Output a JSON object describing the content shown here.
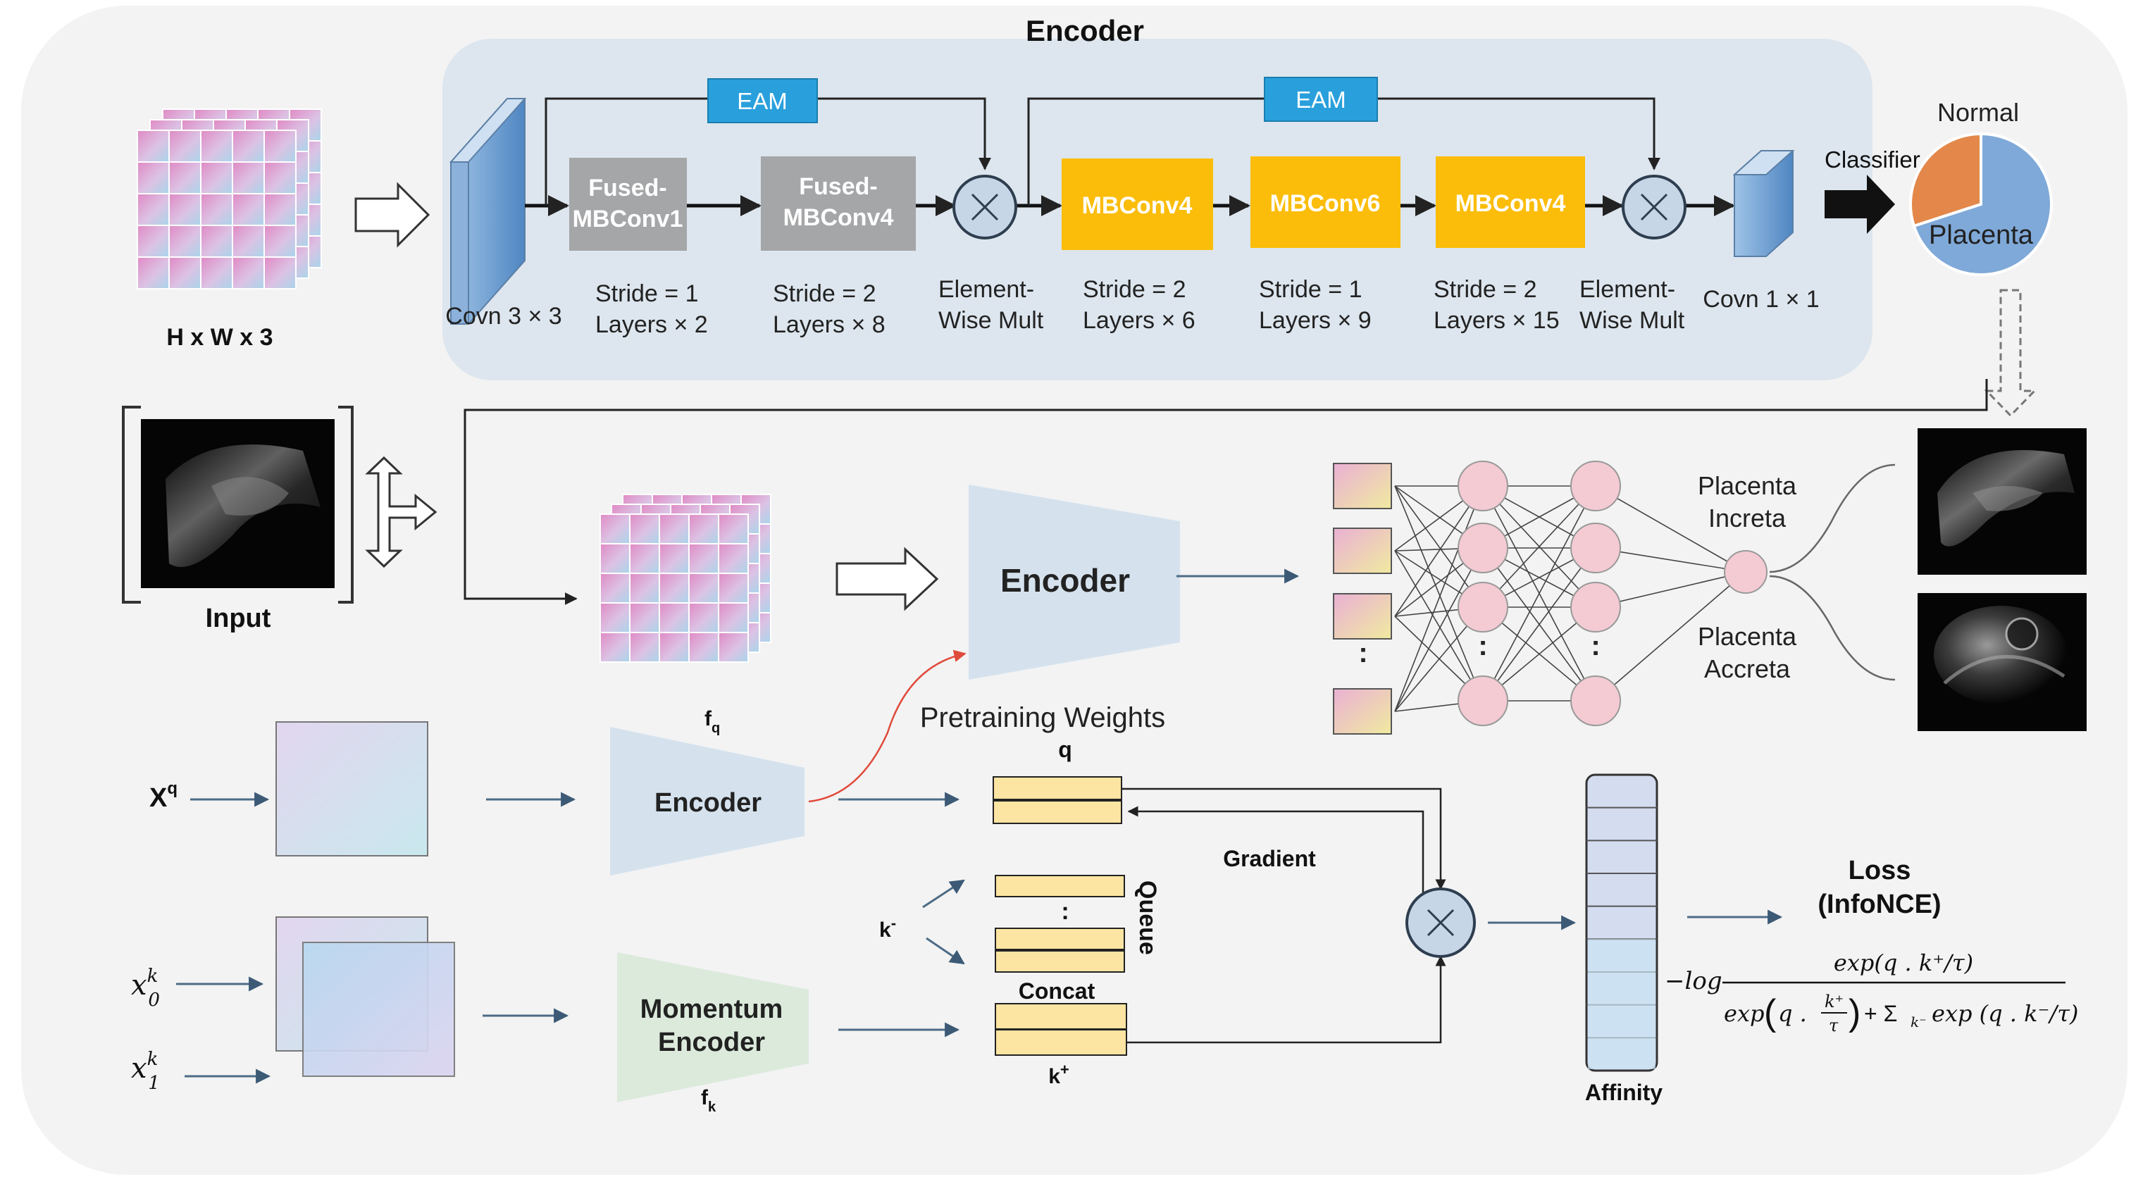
{
  "encoder_panel": {
    "title": "Encoder",
    "eam_labels": [
      "EAM",
      "EAM"
    ],
    "blocks": [
      {
        "line1": "Fused-",
        "line2": "MBConv1",
        "kind": "gray"
      },
      {
        "line1": "Fused-",
        "line2": "MBConv4",
        "kind": "gray"
      },
      {
        "line1": "MBConv4",
        "line2": "",
        "kind": "yellow"
      },
      {
        "line1": "MBConv6",
        "line2": "",
        "kind": "yellow"
      },
      {
        "line1": "MBConv4",
        "line2": "",
        "kind": "yellow"
      }
    ],
    "captions": {
      "conv3": "Covn 3 × 3",
      "s1a": "Stride = 1",
      "s1b": "Layers × 2",
      "s2a": "Stride = 2",
      "s2b": "Layers × 8",
      "em1a": "Element-",
      "em1b": "Wise Mult",
      "s3a": "Stride = 2",
      "s3b": "Layers × 6",
      "s4a": "Stride = 1",
      "s4b": "Layers × 9",
      "s5a": "Stride = 2",
      "s5b": "Layers × 15",
      "em2a": "Element-",
      "em2b": "Wise Mult",
      "conv1": "Covn 1 × 1"
    }
  },
  "input_grid_label": "H x W x 3",
  "classifier": {
    "label": "Classifier",
    "pie": [
      {
        "label": "Normal",
        "fraction": 0.3,
        "color": "#e3884a"
      },
      {
        "label": "Placenta",
        "fraction": 0.7,
        "color": "#7fa9d8"
      }
    ]
  },
  "middle": {
    "input_label": "Input",
    "encoder_label": "Encoder",
    "outputs": [
      {
        "line1": "Placenta",
        "line2": "Increta"
      },
      {
        "line1": "Placenta",
        "line2": "Accreta"
      }
    ],
    "dots": ":"
  },
  "bottom": {
    "xq": "X",
    "xq_sup": "q",
    "x0": "x",
    "x0_sup": "k",
    "x0_sub": "0",
    "x1": "x",
    "x1_sup": "k",
    "x1_sub": "1",
    "encoder_label": "Encoder",
    "momentum_line1": "Momentum",
    "momentum_line2": "Encoder",
    "fq": "f",
    "fq_sub": "q",
    "fk": "f",
    "fk_sub": "k",
    "pretraining": "Pretraining Weights",
    "q_label": "q",
    "gradient": "Gradient",
    "queue": "Queue",
    "queue_dots": ":",
    "concat": "Concat",
    "k_minus": "k",
    "k_minus_sup": "-",
    "k_plus": "k",
    "k_plus_sup": "+",
    "affinity": "Affinity",
    "loss_line1": "Loss",
    "loss_line2": "(InfoNCE)",
    "formula_neglog": "−log",
    "formula_num": "exp(q . k⁺/τ)",
    "formula_den_a": "exp",
    "formula_den_b": "q .",
    "formula_den_frac_num": "k⁺",
    "formula_den_frac_den": "τ",
    "formula_den_c": "+ Σ",
    "formula_den_sub": "k⁻",
    "formula_den_d": "exp (q . k⁻/τ)"
  },
  "colors": {
    "panel_bg": "#f3f3f4",
    "encoder_bg": "#dde6ee",
    "eam": "#29a0dc",
    "gray_block": "#a5a6a8",
    "yellow_block": "#fbbd0a",
    "trapezoid": "#d5e2ee",
    "momentum": "#dceadc",
    "node_fill": "#f4cbd3",
    "arrow": "#4d6b85",
    "queue_fill": "#fce4a2"
  }
}
